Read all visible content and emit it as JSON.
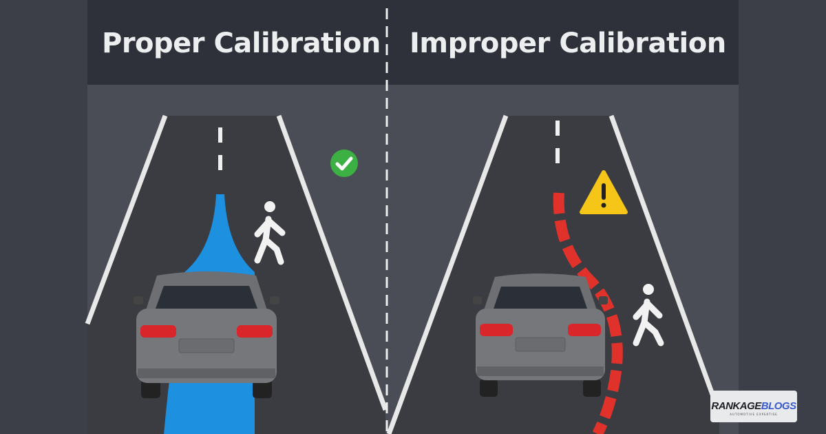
{
  "panels": [
    {
      "title": "Proper Calibration",
      "status_icon": "check-circle-icon",
      "path_color": "#1e90e0",
      "status_color": "#3cb043"
    },
    {
      "title": "Improper Calibration",
      "status_icon": "warning-triangle-icon",
      "path_color": "#e0322a",
      "status_color": "#f5c518"
    }
  ],
  "logo": {
    "name_part1": "RANKAGE",
    "name_part2": "BLOGS",
    "tagline": "AUTOMOTIVE EXPERTISE"
  }
}
